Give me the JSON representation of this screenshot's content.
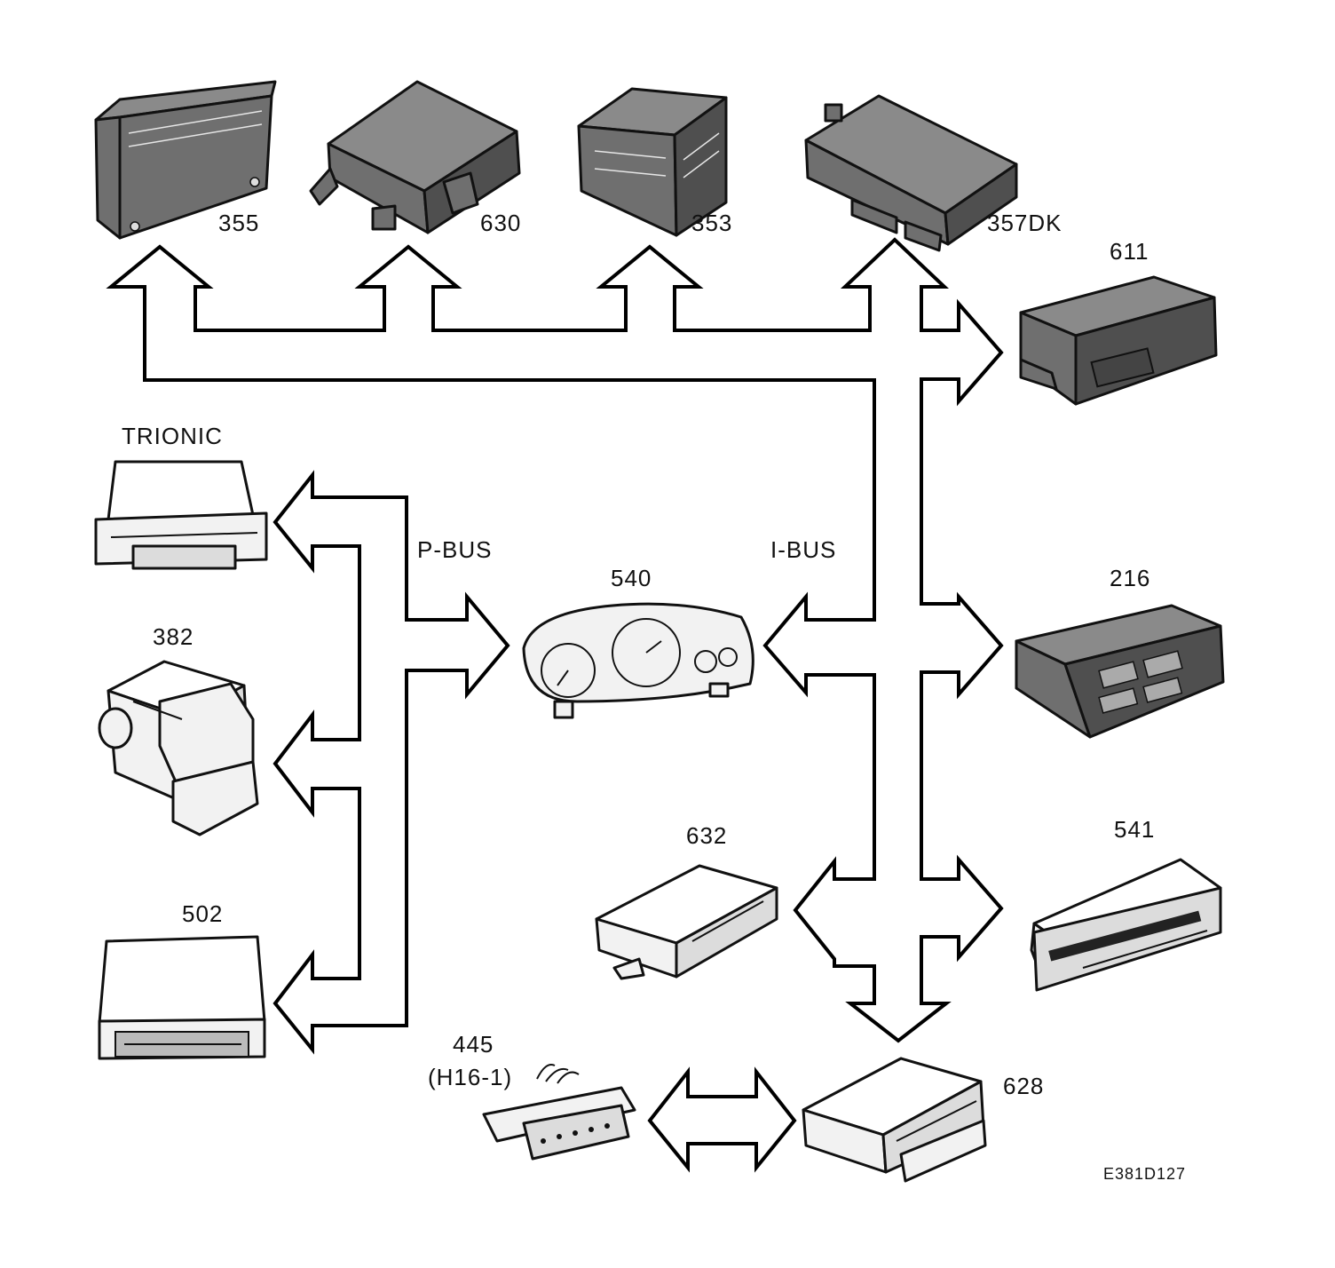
{
  "diagram": {
    "bus_labels": {
      "p_bus": "P-BUS",
      "i_bus": "I-BUS"
    },
    "modules": {
      "m355": "355",
      "m630": "630",
      "m353": "353",
      "m357dk": "357DK",
      "m611": "611",
      "trionic": "TRIONIC",
      "m382": "382",
      "m502": "502",
      "m540": "540",
      "m216": "216",
      "m632": "632",
      "m541": "541",
      "m445": "445",
      "m445_sub": "(H16-1)",
      "m628": "628"
    },
    "figure_code": "E381D127"
  }
}
